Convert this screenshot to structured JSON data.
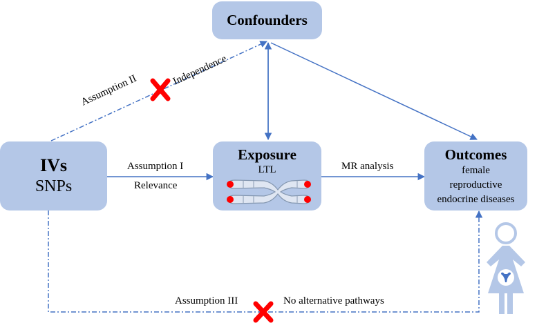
{
  "nodes": {
    "confounders": {
      "title": "Confounders"
    },
    "ivs": {
      "title": "IVs",
      "subtitle": "SNPs"
    },
    "exposure": {
      "title": "Exposure",
      "subtitle": "LTL"
    },
    "outcomes": {
      "title": "Outcomes",
      "lines": [
        "female",
        "reproductive",
        "endocrine diseases"
      ]
    }
  },
  "edges": {
    "ivs_to_exposure": {
      "top_label": "Assumption I",
      "bottom_label": "Relevance"
    },
    "exposure_to_outcomes": {
      "label": "MR analysis"
    },
    "ivs_to_confounders": {
      "left_label": "Assumption II",
      "right_label": "Independence"
    },
    "ivs_to_outcomes": {
      "left_label": "Assumption III",
      "right_label": "No alternative pathways"
    }
  },
  "icons": [
    "chromosome-icon",
    "cross-mark-icon",
    "female-reproductive-icon"
  ],
  "colors": {
    "box_fill": "#b4c7e7",
    "arrow": "#4472c4",
    "cross": "#ff0000",
    "telomere": "#ff0000",
    "figure": "#b4c7e7"
  }
}
